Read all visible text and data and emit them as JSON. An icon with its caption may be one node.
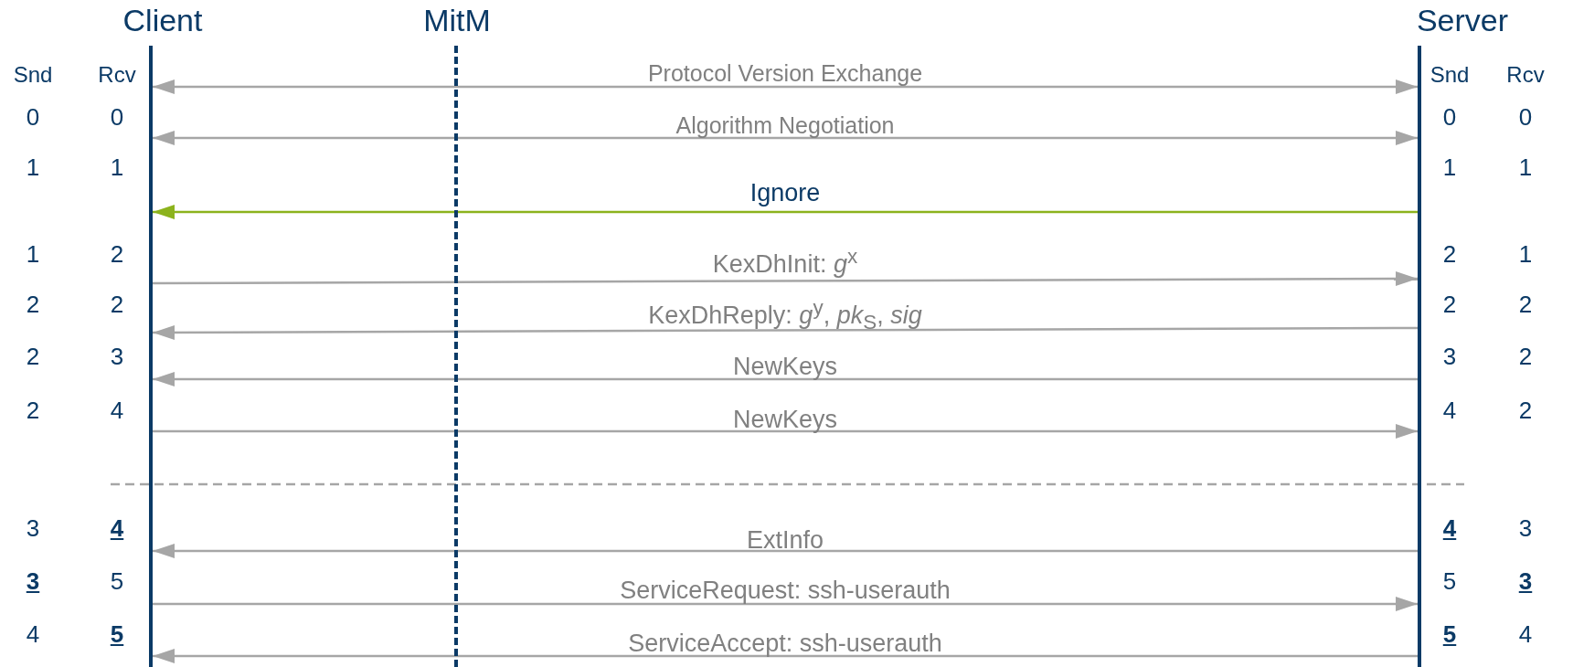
{
  "diagram": {
    "nodes": [
      {
        "text": [
          "Client"
        ]
      },
      {
        "text": [
          "MitM"
        ]
      },
      {
        "text": [
          "Server"
        ]
      }
    ],
    "edges": [
      {
        "from": 0,
        "to": 2,
        "arrow": "both",
        "label": "Protocol Version Exchange"
      },
      {
        "from": 0,
        "to": 2,
        "arrow": "both",
        "label": "Algorithm Negotiation"
      },
      {
        "from": 2,
        "to": 0,
        "arrow": "to",
        "label": "Ignore",
        "color": "#8cb31d"
      },
      {
        "from": 0,
        "to": 2,
        "arrow": "to",
        "label": "KexDhInit: *g*$^{x}$"
      },
      {
        "from": 2,
        "to": 0,
        "arrow": "to",
        "label": "KexDhReply: *g*$^{y}$, *pk*$_{S}$, *sig*"
      },
      {
        "from": 2,
        "to": 0,
        "arrow": "to",
        "label": "NewKeys"
      },
      {
        "from": 0,
        "to": 2,
        "arrow": "to",
        "label": "NewKeys"
      },
      {
        "from": 2,
        "to": 0,
        "arrow": "to",
        "label": "ExtInfo"
      },
      {
        "from": 0,
        "to": 2,
        "arrow": "to",
        "label": "ServiceRequest: ssh-userauth"
      },
      {
        "from": 2,
        "to": 0,
        "arrow": "to",
        "label": "ServiceAccept: ssh-userauth"
      }
    ],
    "labels": [
      "Snd",
      "Rcv",
      "Snd",
      "Rcv",
      "0",
      "0",
      "0",
      "0",
      "1",
      "1",
      "1",
      "1",
      "1",
      "2",
      "2",
      "1",
      "2",
      "2",
      "2",
      "2",
      "2",
      "3",
      "3",
      "2",
      "2",
      "4",
      "4",
      "2",
      "3",
      "4",
      "4",
      "3",
      "3",
      "5",
      "5",
      "3",
      "4",
      "5",
      "5",
      "4"
    ]
  }
}
